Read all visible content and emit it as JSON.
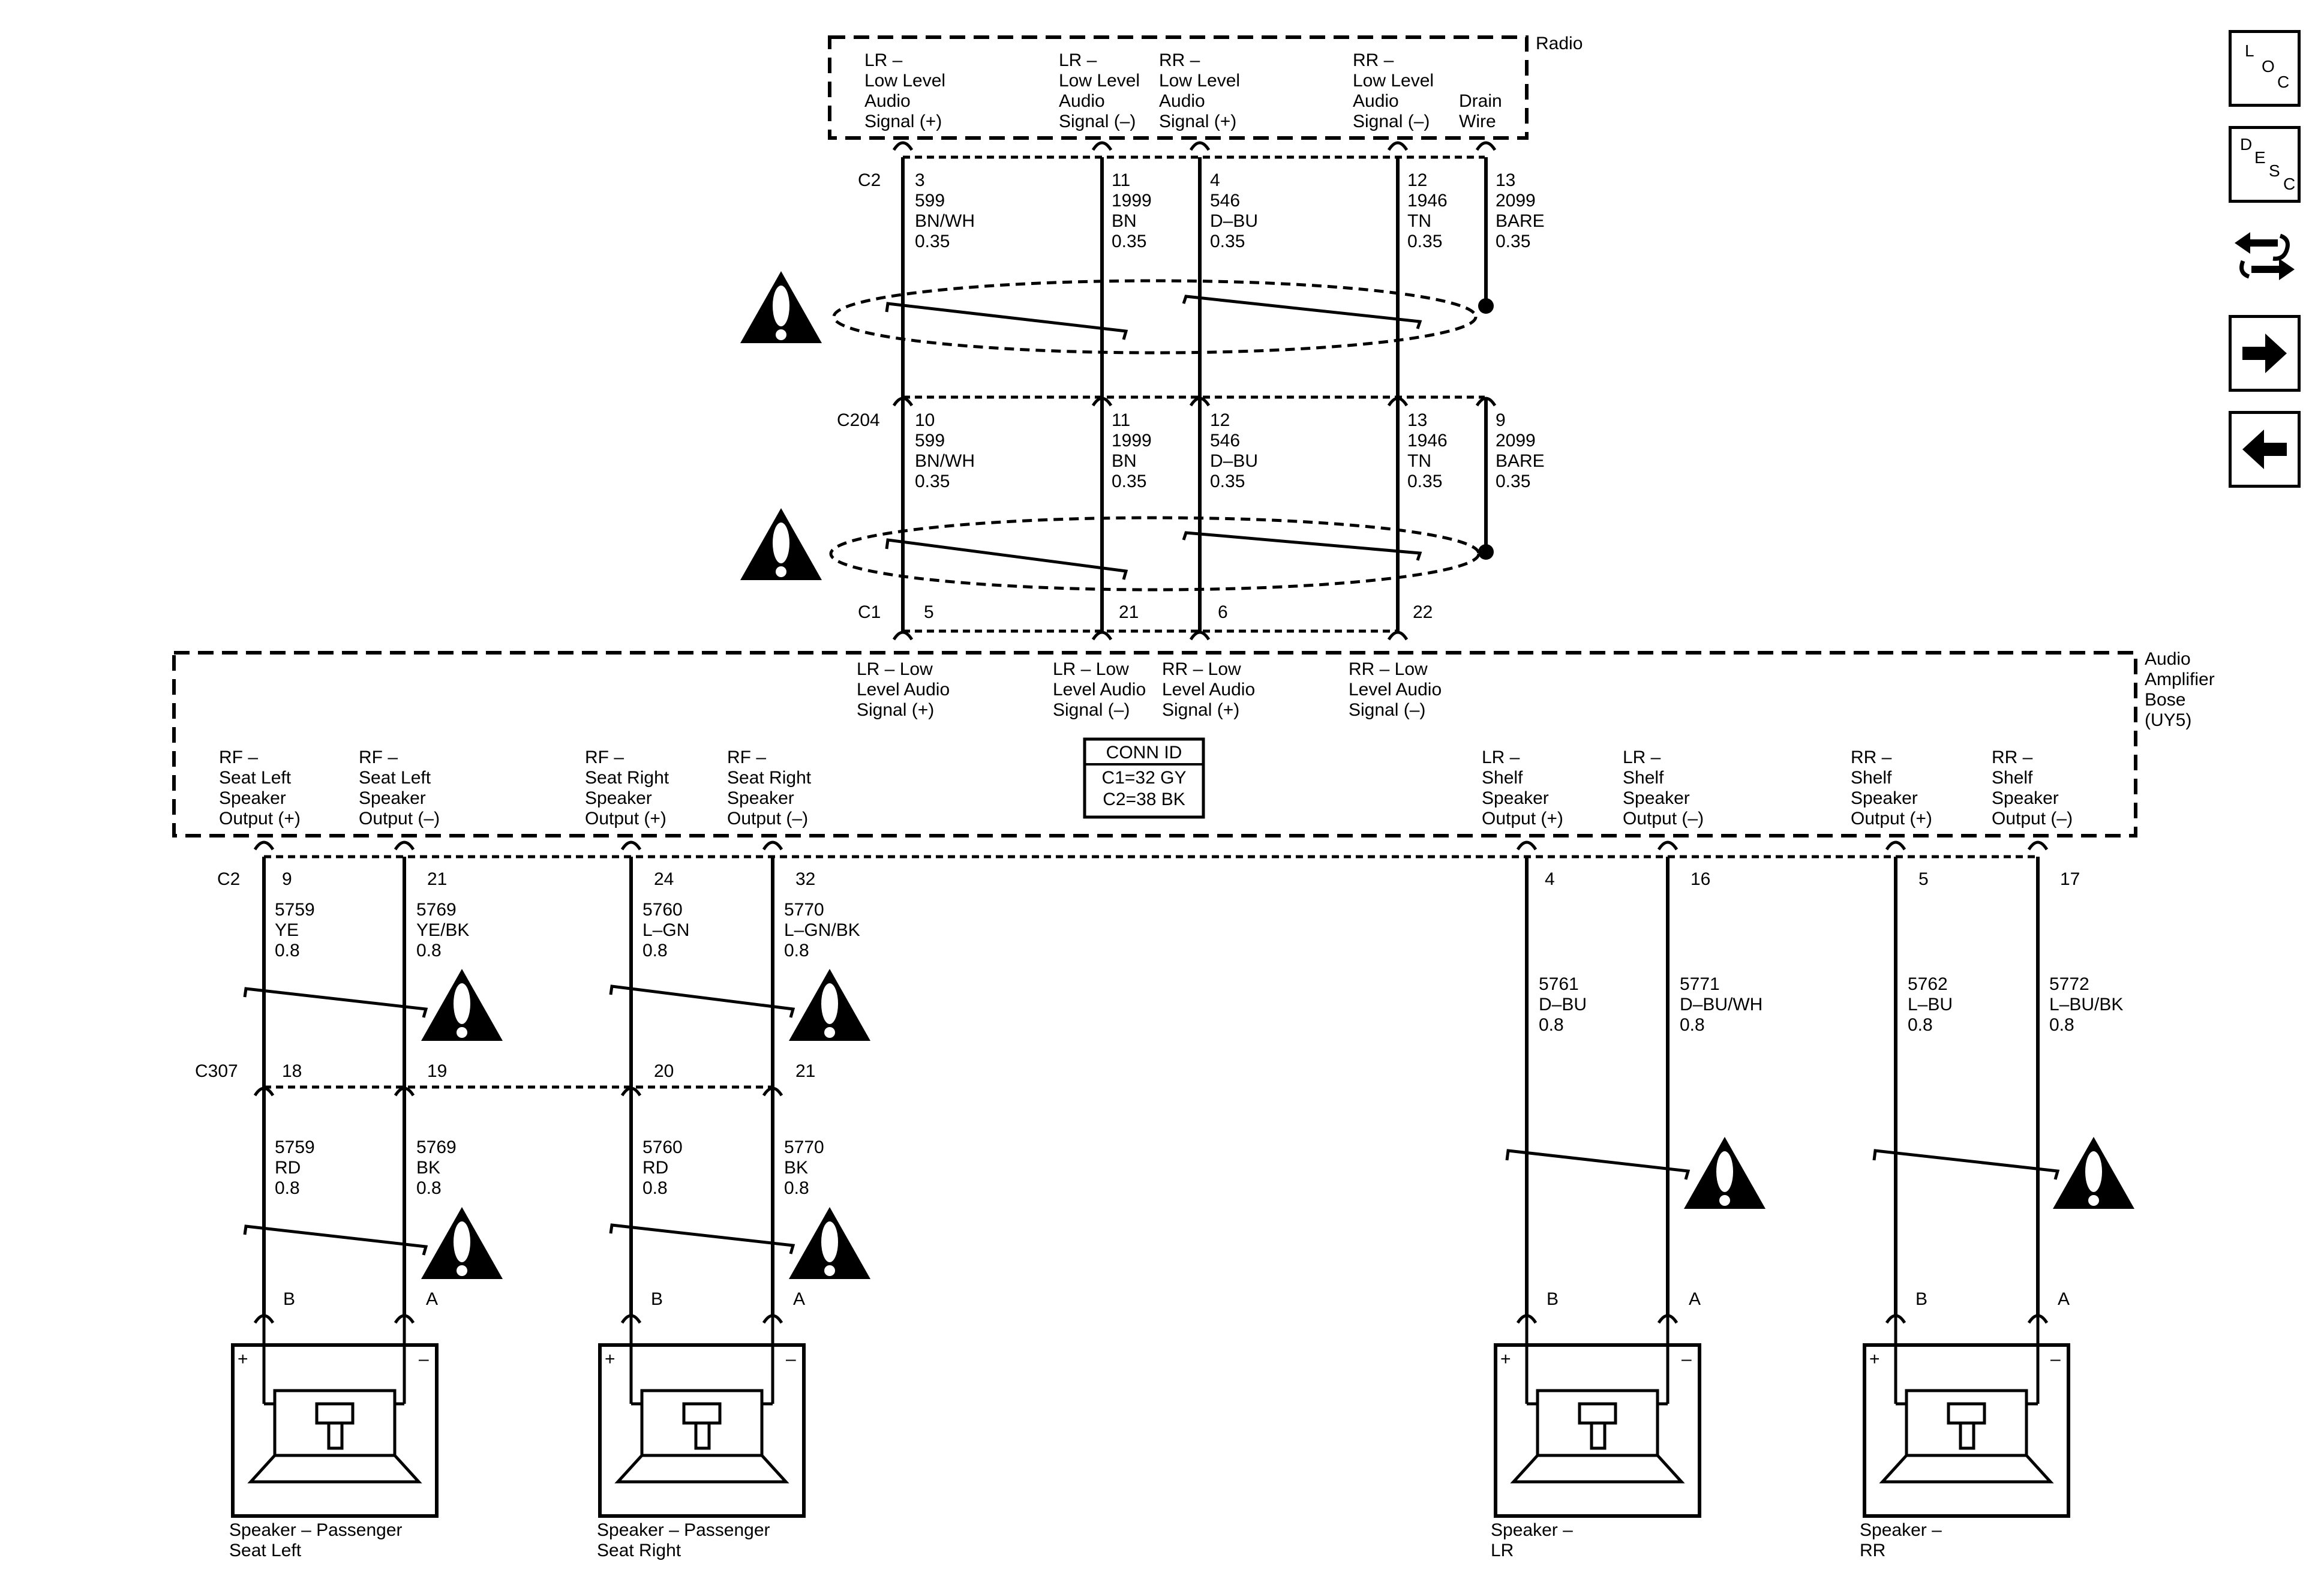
{
  "radio": {
    "name": "Radio",
    "pins": [
      {
        "label": [
          "LR –",
          "Low Level",
          "Audio",
          "Signal (+)"
        ],
        "pin": "3",
        "circuit": "599",
        "color": "BN/WH",
        "gauge": "0.35"
      },
      {
        "label": [
          "LR –",
          "Low Level",
          "Audio",
          "Signal (–)"
        ],
        "pin": "11",
        "circuit": "1999",
        "color": "BN",
        "gauge": "0.35"
      },
      {
        "label": [
          "RR –",
          "Low Level",
          "Audio",
          "Signal (+)"
        ],
        "pin": "4",
        "circuit": "546",
        "color": "D–BU",
        "gauge": "0.35"
      },
      {
        "label": [
          "RR –",
          "Low Level",
          "Audio",
          "Signal (–)"
        ],
        "pin": "12",
        "circuit": "1946",
        "color": "TN",
        "gauge": "0.35"
      },
      {
        "label": [
          "Drain",
          "Wire"
        ],
        "pin": "13",
        "circuit": "2099",
        "color": "BARE",
        "gauge": "0.35"
      }
    ],
    "connector": "C2"
  },
  "inline": {
    "connector": "C204",
    "pins": [
      {
        "pin": "10",
        "circuit": "599",
        "color": "BN/WH",
        "gauge": "0.35"
      },
      {
        "pin": "11",
        "circuit": "1999",
        "color": "BN",
        "gauge": "0.35"
      },
      {
        "pin": "12",
        "circuit": "546",
        "color": "D–BU",
        "gauge": "0.35"
      },
      {
        "pin": "13",
        "circuit": "1946",
        "color": "TN",
        "gauge": "0.35"
      },
      {
        "pin": "9",
        "circuit": "2099",
        "color": "BARE",
        "gauge": "0.35"
      }
    ]
  },
  "amplifier": {
    "name": [
      "Audio",
      "Amplifier",
      "Bose",
      "(UY5)"
    ],
    "c1": "C1",
    "c1_pins": [
      "5",
      "21",
      "6",
      "22"
    ],
    "inputs": [
      [
        "LR – Low",
        "Level Audio",
        "Signal (+)"
      ],
      [
        "LR – Low",
        "Level Audio",
        "Signal (–)"
      ],
      [
        "RR – Low",
        "Level Audio",
        "Signal (+)"
      ],
      [
        "RR – Low",
        "Level Audio",
        "Signal (–)"
      ]
    ],
    "conn_id": {
      "title": "CONN ID",
      "lines": [
        "C1=32 GY",
        "C2=38 BK"
      ]
    },
    "c2": "C2",
    "outputs": [
      {
        "label": [
          "RF –",
          "Seat Left",
          "Speaker",
          "Output (+)"
        ],
        "pin": "9",
        "circuit": "5759",
        "color": "YE",
        "gauge": "0.8"
      },
      {
        "label": [
          "RF –",
          "Seat Left",
          "Speaker",
          "Output (–)"
        ],
        "pin": "21",
        "circuit": "5769",
        "color": "YE/BK",
        "gauge": "0.8"
      },
      {
        "label": [
          "RF –",
          "Seat Right",
          "Speaker",
          "Output (+)"
        ],
        "pin": "24",
        "circuit": "5760",
        "color": "L–GN",
        "gauge": "0.8"
      },
      {
        "label": [
          "RF –",
          "Seat Right",
          "Speaker",
          "Output (–)"
        ],
        "pin": "32",
        "circuit": "5770",
        "color": "L–GN/BK",
        "gauge": "0.8"
      },
      {
        "label": [
          "LR –",
          "Shelf",
          "Speaker",
          "Output (+)"
        ],
        "pin": "4",
        "circuit": "5761",
        "color": "D–BU",
        "gauge": "0.8"
      },
      {
        "label": [
          "LR –",
          "Shelf",
          "Speaker",
          "Output (–)"
        ],
        "pin": "16",
        "circuit": "5771",
        "color": "D–BU/WH",
        "gauge": "0.8"
      },
      {
        "label": [
          "RR –",
          "Shelf",
          "Speaker",
          "Output (+)"
        ],
        "pin": "5",
        "circuit": "5762",
        "color": "L–BU",
        "gauge": "0.8"
      },
      {
        "label": [
          "RR –",
          "Shelf",
          "Speaker",
          "Output (–)"
        ],
        "pin": "17",
        "circuit": "5772",
        "color": "L–BU/BK",
        "gauge": "0.8"
      }
    ]
  },
  "c307": {
    "connector": "C307",
    "pins": [
      {
        "pin": "18",
        "circuit": "5759",
        "color": "RD",
        "gauge": "0.8"
      },
      {
        "pin": "19",
        "circuit": "5769",
        "color": "BK",
        "gauge": "0.8"
      },
      {
        "pin": "20",
        "circuit": "5760",
        "color": "RD",
        "gauge": "0.8"
      },
      {
        "pin": "21",
        "circuit": "5770",
        "color": "BK",
        "gauge": "0.8"
      }
    ]
  },
  "speakers": [
    {
      "name": [
        "Speaker – Passenger",
        "Seat Left"
      ],
      "pin_b": "B",
      "pin_a": "A",
      "plus": "+",
      "minus": "–"
    },
    {
      "name": [
        "Speaker – Passenger",
        "Seat Right"
      ],
      "pin_b": "B",
      "pin_a": "A",
      "plus": "+",
      "minus": "–"
    },
    {
      "name": [
        "Speaker –",
        "LR"
      ],
      "pin_b": "B",
      "pin_a": "A",
      "plus": "+",
      "minus": "–"
    },
    {
      "name": [
        "Speaker –",
        "RR"
      ],
      "pin_b": "B",
      "pin_a": "A",
      "plus": "+",
      "minus": "–"
    }
  ],
  "nav": {
    "loc": [
      "L",
      "O",
      "C"
    ],
    "desc": [
      "D",
      "E",
      "S",
      "C"
    ],
    "icons": [
      "connector-exchange-icon",
      "next-arrow-icon",
      "previous-arrow-icon"
    ]
  },
  "colors": {
    "ink": "#000000",
    "background": "#ffffff"
  }
}
